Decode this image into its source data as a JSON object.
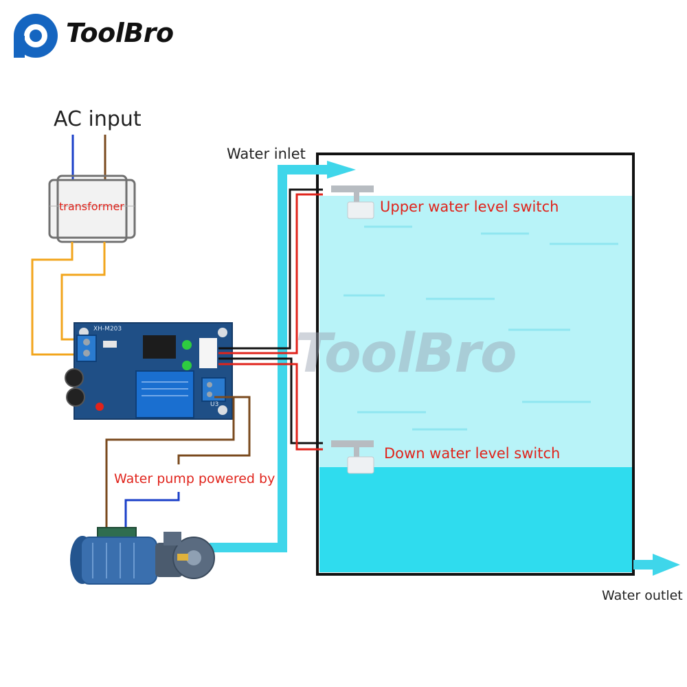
{
  "brand": {
    "name": "ToolBro",
    "watermark": "ToolBro",
    "logo_color": "#1565c0",
    "icon": "toolbro-logo-icon"
  },
  "diagram": {
    "ac_input_label": "AC input",
    "transformer_label": "transformer",
    "water_inlet_label": "Water inlet",
    "upper_switch_label": "Upper water level switch",
    "down_switch_label": "Down water level switch",
    "pump_label": "Water pump powered by",
    "water_outlet_label": "Water outlet",
    "board_model": "XH-M203",
    "relay_label": "U3"
  },
  "colors": {
    "label_red": "#e0231b",
    "wire_blue": "#1a3fc8",
    "wire_brown": "#7a4a1e",
    "wire_orange": "#f2a51c",
    "wire_red": "#e0231b",
    "wire_black": "#111111",
    "pipe_cyan": "#3fd6ea",
    "water_light": "#b8f3f8",
    "water_deep": "#2fdcee",
    "board_blue": "#1f4f86"
  },
  "icons": {
    "transformer": "transformer-icon",
    "control_board": "control-board-icon",
    "relay": "relay-icon",
    "float_switch": "float-switch-icon",
    "water_pump": "water-pump-icon"
  }
}
